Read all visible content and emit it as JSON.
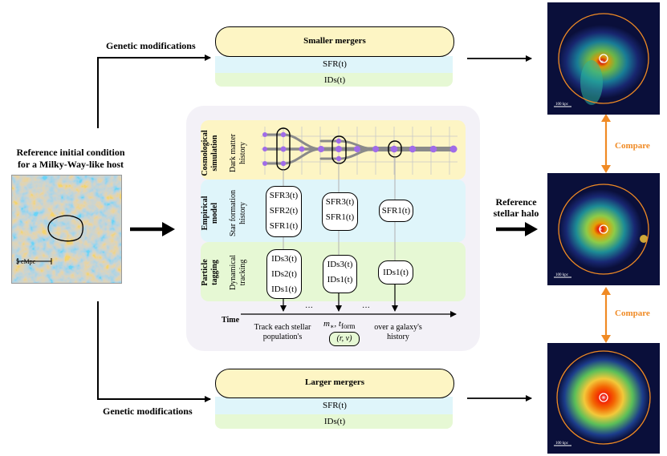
{
  "left": {
    "title_line1": "Reference initial condition",
    "title_line2": "for a Milky-Way-like host",
    "scale_label": "5 cMpc"
  },
  "arrows": {
    "top_label": "Genetic modifications",
    "bottom_label": "Genetic modifications"
  },
  "top_box": {
    "title": "Smaller mergers",
    "sfr": "SFR(t)",
    "ids": "IDs(t)"
  },
  "bottom_box": {
    "title": "Larger mergers",
    "sfr": "SFR(t)",
    "ids": "IDs(t)"
  },
  "center": {
    "rows": [
      {
        "title_line1": "Cosmological",
        "title_line2": "simulation",
        "sub_line1": "Dark matter",
        "sub_line2": "history"
      },
      {
        "title_line1": "Empirical",
        "title_line2": "model",
        "sub_line1": "Star formation",
        "sub_line2": "history"
      },
      {
        "title_line1": "Particle",
        "title_line2": "tagging",
        "sub_line1": "Dynamical",
        "sub_line2": "tracking"
      }
    ],
    "sfr_pills": [
      [
        "SFR3(t)",
        "SFR2(t)",
        "SFR1(t)"
      ],
      [
        "SFR3(t)",
        "SFR1(t)"
      ],
      [
        "SFR1(t)"
      ]
    ],
    "ids_pills": [
      [
        "IDs3(t)",
        "IDs2(t)",
        "IDs1(t)"
      ],
      [
        "IDs3(t)",
        "IDs1(t)"
      ],
      [
        "IDs1(t)"
      ]
    ],
    "time_label": "Time",
    "dots": "···",
    "caption_left_line1": "Track each stellar",
    "caption_left_line2": "population's",
    "caption_mid_m": "m",
    "caption_mid_star": "∗",
    "caption_mid_comma": ", t",
    "caption_mid_form": "form",
    "caption_mid_rv": "(r, v)",
    "caption_right_line1": "over a galaxy's",
    "caption_right_line2": "history"
  },
  "right": {
    "ref_line1": "Reference",
    "ref_line2": "stellar halo",
    "compare_top": "Compare",
    "compare_bottom": "Compare",
    "scale_top": "100 kpc",
    "scale_mid": "100 kpc",
    "scale_bottom": "100 kpc",
    "colors": {
      "accent_orange": "#f08a24",
      "yellow_band": "#fdf5c4",
      "cyan_band": "#dff5fa",
      "green_band": "#e6f8d4",
      "purple_node": "#a06ce8",
      "panel_bg": "#f3f1f7"
    }
  }
}
